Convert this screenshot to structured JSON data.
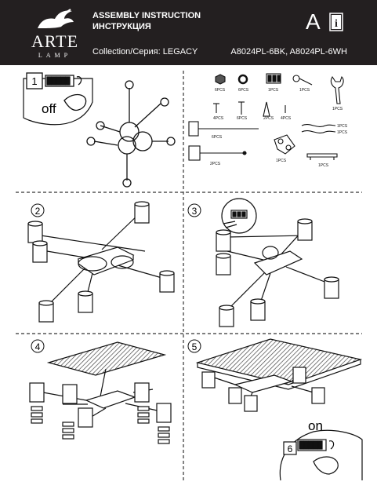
{
  "header": {
    "brand_name": "ARTE",
    "brand_sub": "LAMP",
    "title_en": "ASSEMBLY INSTRUCTION",
    "title_ru": "ИНСТРУКЦИЯ",
    "collection": "Collection/Серия: LEGACY",
    "models": "A8024PL-6BK, A8024PL-6WH",
    "letter": "A"
  },
  "panels": {
    "step1": {
      "number": "1",
      "label": "off"
    },
    "parts": {
      "qty_nut": "6PCS",
      "qty_ring": "6PCS",
      "qty_block": "1PCS",
      "qty_hook": "1PCS",
      "qty_screw_small": "4PCS",
      "qty_screw_med": "6PCS",
      "qty_anchor": "2PCS",
      "qty_screw_tiny": "4PCS",
      "qty_tool": "1PCS",
      "qty_tube": "6PCS",
      "qty_wire1": "1PCS",
      "qty_wire2": "1PCS",
      "qty_box": "2PCS",
      "qty_hub": "1PCS",
      "qty_bracket": "1PCS"
    },
    "step2": {
      "number": "2"
    },
    "step3": {
      "number": "3"
    },
    "step4": {
      "number": "4"
    },
    "step5": {
      "number": "5"
    },
    "step6": {
      "number": "6",
      "label": "on"
    }
  }
}
